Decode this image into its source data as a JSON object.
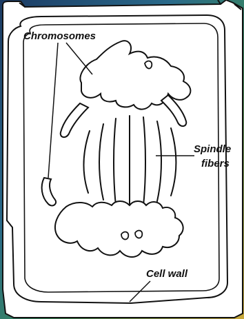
{
  "labels": {
    "chromosomes": "Chromosomes",
    "spindle_line1": "Spindle",
    "spindle_line2": "fibers",
    "cell_wall": "Cell wall"
  },
  "colors": {
    "background_gradient": [
      "#1b3a63",
      "#2a6a8a",
      "#3a8a5a",
      "#c9a83a"
    ],
    "cell_fill": "#ffffff",
    "outline": "#111111",
    "label_text": "#111111"
  }
}
